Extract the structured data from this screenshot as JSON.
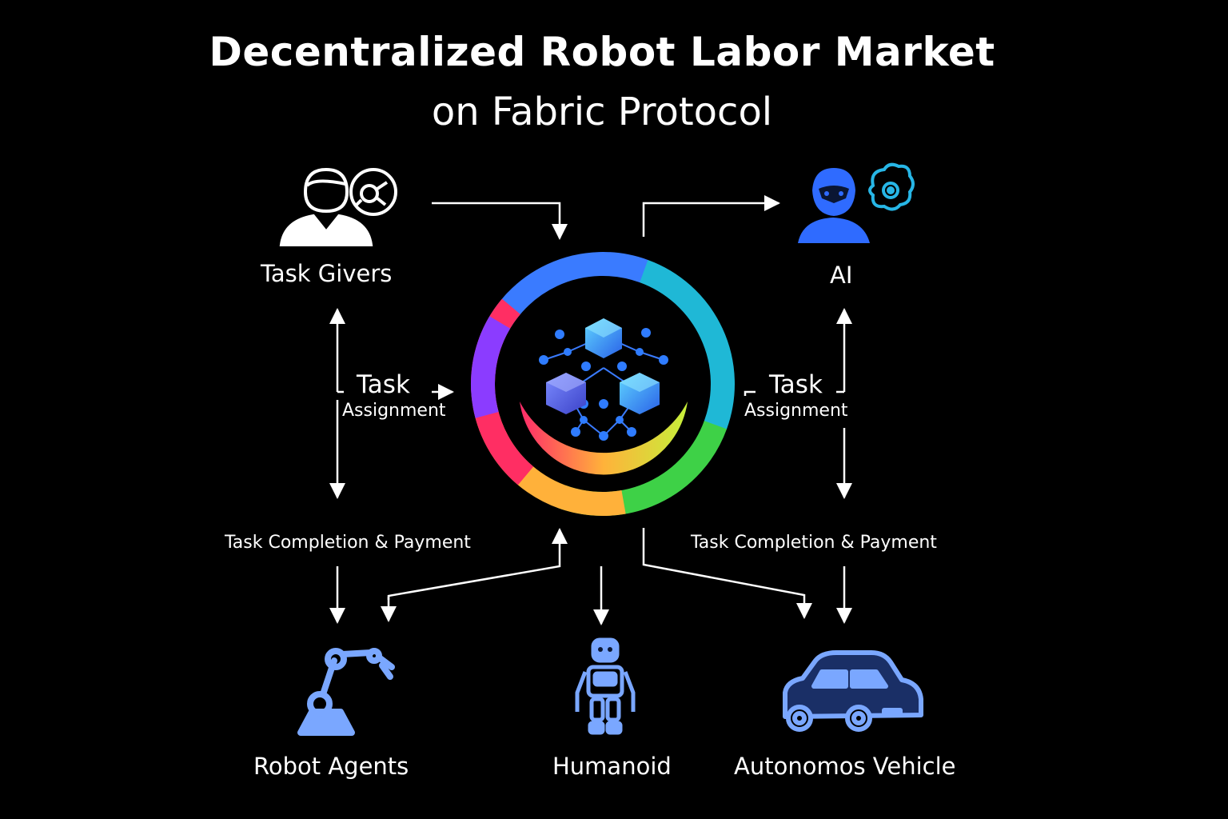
{
  "title": "Decentralized Robot Labor Market",
  "subtitle": "on Fabric Protocol",
  "nodes": {
    "task_givers": "Task Givers",
    "ai": "AI",
    "robot_agents": "Robot Agents",
    "humanoid": "Humanoid",
    "autonomous_vehicle": "Autonomos Vehicle"
  },
  "edges": {
    "left_task": "Task",
    "left_assignment": "Assignment",
    "right_task": "Task",
    "right_assignment": "Assignment",
    "left_completion": "Task Completion & Payment",
    "right_completion": "Task Completion & Payment"
  },
  "colors": {
    "background": "#000000",
    "text": "#ffffff",
    "icon_blue": "#7aa7ff",
    "ai_blue": "#2f6bff",
    "ai_cyan": "#27b6e6"
  },
  "icons": [
    "person-icon",
    "gear-chart-icon",
    "ai-robot-icon",
    "brain-gear-icon",
    "blockchain-cubes-icon",
    "robot-arm-icon",
    "humanoid-icon",
    "car-icon"
  ]
}
